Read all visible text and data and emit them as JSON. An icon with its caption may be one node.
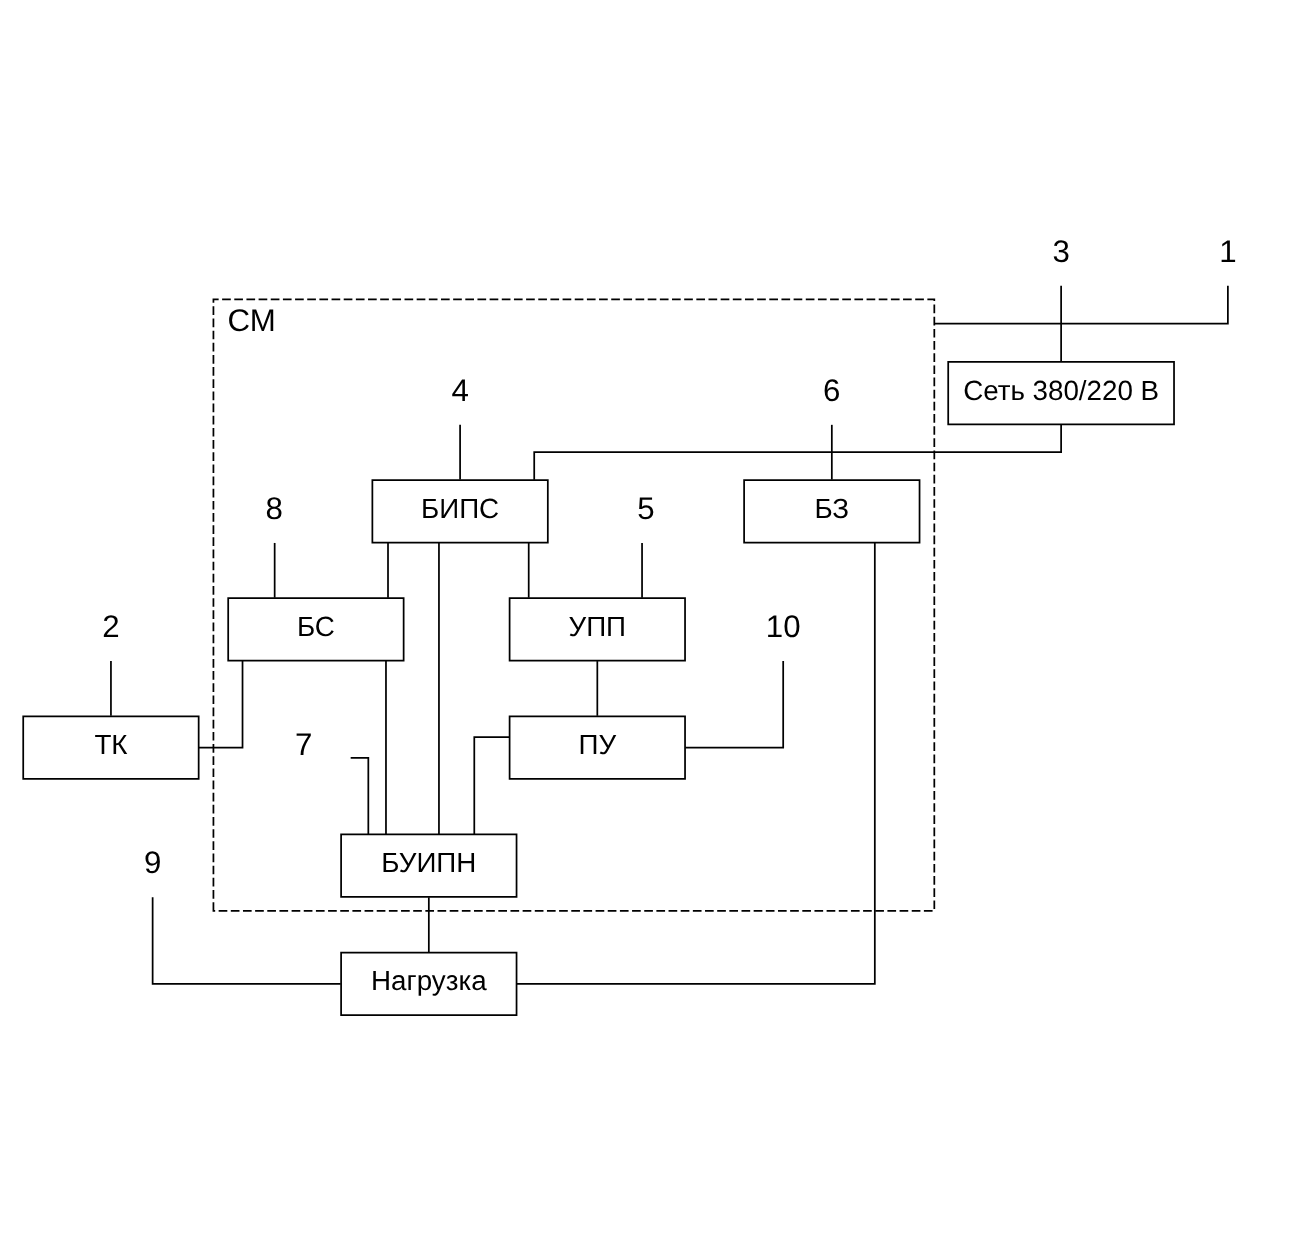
{
  "diagram": {
    "nodes": [
      {
        "text": [
          "СМ"
        ]
      },
      {
        "text": [
          "Сеть 380/220 В"
        ]
      },
      {
        "text": [
          "БИПС"
        ],
        "in": 0
      },
      {
        "text": [
          "БС"
        ],
        "in": 0
      },
      {
        "text": [
          "УПП"
        ],
        "in": 0
      },
      {
        "text": [
          "ПУ"
        ],
        "in": 0
      },
      {
        "text": [
          "БУИПН"
        ],
        "in": 0
      },
      {
        "text": [
          "БЗ"
        ],
        "in": 0
      },
      {
        "text": [
          "Нагрузка"
        ]
      },
      {
        "text": [
          "ТК"
        ]
      },
      {
        "text": [
          "1"
        ]
      },
      {
        "text": [
          "2"
        ]
      },
      {
        "text": [
          "3"
        ]
      },
      {
        "text": [
          "4"
        ],
        "in": 0
      },
      {
        "text": [
          "5"
        ],
        "in": 0
      },
      {
        "text": [
          "6"
        ],
        "in": 0
      },
      {
        "text": [
          "7"
        ],
        "in": 0
      },
      {
        "text": [
          "8"
        ],
        "in": 0
      },
      {
        "text": [
          "9"
        ]
      },
      {
        "text": [
          "10"
        ],
        "in": 0
      }
    ],
    "edges": [
      {
        "from": 1,
        "to": 2,
        "arrow": "none"
      },
      {
        "from": 2,
        "to": 3,
        "arrow": "none"
      },
      {
        "from": 2,
        "to": 4,
        "arrow": "none"
      },
      {
        "from": 2,
        "to": 6,
        "arrow": "none"
      },
      {
        "from": 4,
        "to": 5,
        "arrow": "none"
      },
      {
        "from": 5,
        "to": 6,
        "arrow": "none"
      },
      {
        "from": 3,
        "to": 6,
        "arrow": "none"
      },
      {
        "from": 3,
        "to": 9,
        "arrow": "none"
      },
      {
        "from": 7,
        "to": 8,
        "arrow": "none"
      },
      {
        "from": 6,
        "to": 8,
        "arrow": "none"
      },
      {
        "from": 10,
        "to": 0,
        "arrow": "none"
      },
      {
        "from": 11,
        "to": 9,
        "arrow": "none"
      },
      {
        "from": 12,
        "to": 1,
        "arrow": "none"
      },
      {
        "from": 13,
        "to": 2,
        "arrow": "none"
      },
      {
        "from": 14,
        "to": 4,
        "arrow": "none"
      },
      {
        "from": 15,
        "to": 7,
        "arrow": "none"
      },
      {
        "from": 16,
        "to": 6,
        "arrow": "none"
      },
      {
        "from": 17,
        "to": 3,
        "arrow": "none"
      },
      {
        "from": 18,
        "to": 8,
        "arrow": "none"
      },
      {
        "from": 19,
        "to": 5,
        "arrow": "none"
      }
    ]
  }
}
